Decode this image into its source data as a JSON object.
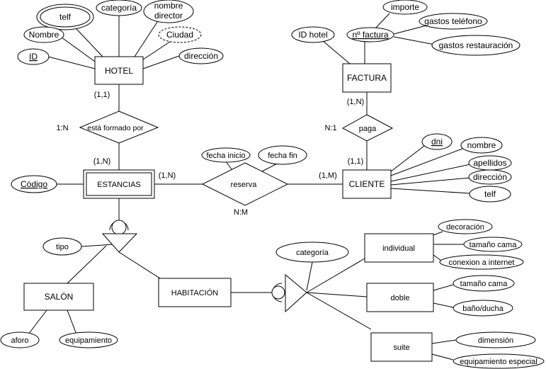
{
  "entities": {
    "hotel": "HOTEL",
    "factura": "FACTURA",
    "estancias": "ESTANCIAS",
    "cliente": "CLIENTE",
    "salon": "SALÓN",
    "habitacion": "HABITACIÓN",
    "individual": "individual",
    "doble": "doble",
    "suite": "suite"
  },
  "relationships": {
    "esta_formado_por": "está formado por",
    "paga": "paga",
    "reserva": "reserva"
  },
  "attributes": {
    "hotel": {
      "telf": "telf",
      "categoria": "categoría",
      "nombre_director_line1": "nombre",
      "nombre_director_line2": "director",
      "nombre": "Nombre",
      "ciudad": "Ciudad",
      "id": "ID",
      "direccion": "dirección"
    },
    "factura": {
      "importe": "importe",
      "id_hotel": "ID hotel",
      "n_factura": "nº factura",
      "gastos_telefono": "gastos teléfono",
      "gastos_restauracion": "gastos restauración"
    },
    "cliente": {
      "dni": "dni",
      "nombre": "nombre",
      "apellidos": "apellidos",
      "direccion": "dirección",
      "telf": "telf"
    },
    "reserva": {
      "fecha_inicio": "fecha inicio",
      "fecha_fin": "fecha fin"
    },
    "estancias": {
      "codigo": "Código",
      "tipo": "tipo"
    },
    "salon": {
      "aforo": "aforo",
      "equipamiento": "equipamiento"
    },
    "habitacion": {
      "categoria": "categoría"
    },
    "individual": {
      "decoracion": "decoración",
      "tamano_cama": "tamaño cama",
      "conexion_internet": "conexion a internet"
    },
    "doble": {
      "tamano_cama": "tamaño cama",
      "bano_ducha": "baño/ducha"
    },
    "suite": {
      "dimension": "dimensión",
      "equipamiento_especial": "equipamiento especial"
    }
  },
  "cardinalities": {
    "hotel_esta": "(1,1)",
    "esta_type": "1:N",
    "estancias_esta": "(1,N)",
    "factura_paga": "(1,N)",
    "paga_type": "N:1",
    "cliente_paga": "(1,1)",
    "estancias_reserva": "(1,N)",
    "cliente_reserva": "(1,M)",
    "reserva_type": "N:M"
  }
}
